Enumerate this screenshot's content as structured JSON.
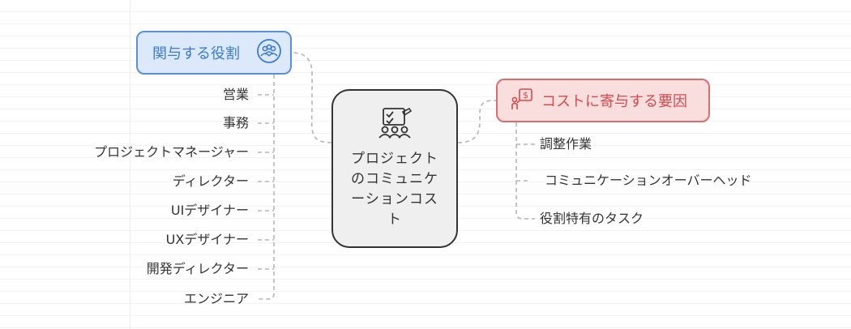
{
  "center": {
    "label": "プロジェクトのコミュニケーションコスト",
    "icon": "checklist-with-people-icon"
  },
  "branches": {
    "roles": {
      "label": "関与する役割",
      "icon": "team-icon",
      "color": "#5a8fd8",
      "items": [
        "営業",
        "事務",
        "プロジェクトマネージャー",
        "ディレクター",
        "UIデザイナー",
        "UXデザイナー",
        "開発ディレクター",
        "エンジニア"
      ]
    },
    "factors": {
      "label": "コストに寄与する要因",
      "icon": "person-with-money-icon",
      "color": "#df6b6b",
      "items": [
        "調整作業",
        "コミュニケーションオーバーヘッド",
        "役割特有のタスク"
      ]
    }
  }
}
